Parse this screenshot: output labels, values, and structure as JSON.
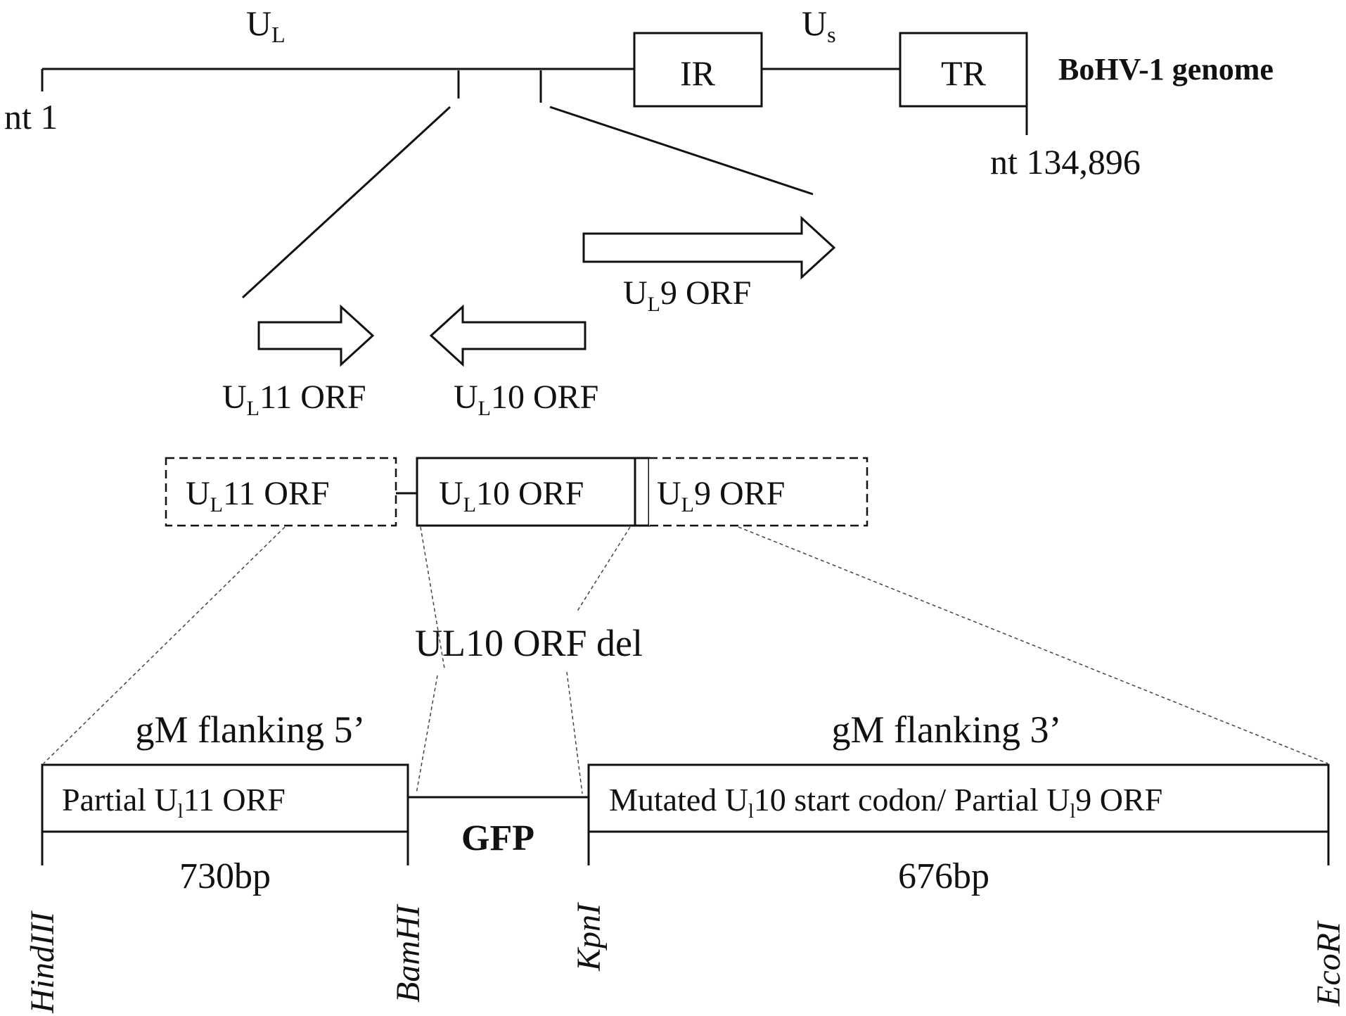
{
  "genome": {
    "ul_label": {
      "main": "U",
      "sub": "L"
    },
    "us_label": {
      "main": "U",
      "sub": "s"
    },
    "ir_label": "IR",
    "tr_label": "TR",
    "title": "BoHV-1 genome",
    "start_label": "nt 1",
    "end_label": "nt 134,896"
  },
  "orf_arrows": {
    "ul9": {
      "main": "U",
      "sub": "L",
      "rest": "9 ORF"
    },
    "ul11": {
      "main": "U",
      "sub": "L",
      "rest": "11 ORF"
    },
    "ul10": {
      "main": "U",
      "sub": "L",
      "rest": "10 ORF"
    }
  },
  "orf_boxes": {
    "ul11": {
      "main": "U",
      "sub": "L",
      "rest": "11 ORF"
    },
    "ul10": {
      "main": "U",
      "sub": "L",
      "rest": "10 ORF"
    },
    "ul9": {
      "main": "U",
      "sub": "L",
      "rest": "9 ORF"
    }
  },
  "deletion_label": "UL10 ORF del",
  "construct": {
    "left_title": "gM flanking 5’",
    "right_title": "gM flanking 3’",
    "left_box": {
      "pre": "Partial U",
      "sub": "l",
      "post": "11 ORF"
    },
    "right_box": {
      "pre": "Mutated U",
      "sub": "l",
      "mid": "10 start codon/ Partial U",
      "sub2": "l",
      "post": "9 ORF"
    },
    "insert_label": "GFP",
    "left_size": "730bp",
    "right_size": "676bp",
    "sites": {
      "hindiii": "HindIII",
      "bamhi": "BamHI",
      "kpni": "KpnI",
      "ecori": "EcoRI"
    }
  }
}
